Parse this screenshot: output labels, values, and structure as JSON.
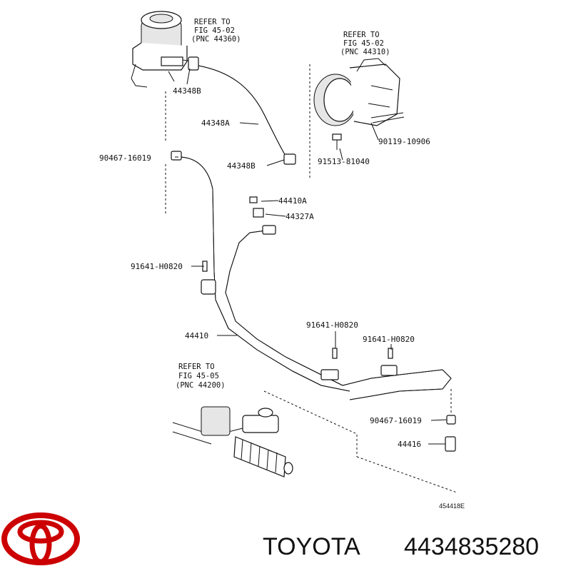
{
  "references": [
    {
      "line1": "REFER TO",
      "line2": "FIG 45-02",
      "line3": "(PNC 44360)"
    },
    {
      "line1": "REFER TO",
      "line2": "FIG 45-02",
      "line3": "(PNC 44310)"
    },
    {
      "line1": "REFER TO",
      "line2": "FIG 45-05",
      "line3": "(PNC 44200)"
    }
  ],
  "part_labels": [
    "44348B",
    "44348A",
    "90467-16019",
    "44348B",
    "90119-10906",
    "91513-81040",
    "44410A",
    "44327A",
    "91641-H0820",
    "44410",
    "91641-H0820",
    "91641-H0820",
    "90467-16019",
    "44416"
  ],
  "figure_id": "454418E",
  "brand": {
    "name": "TOYOTA",
    "part_number": "4434835280",
    "logo_color": "#cc0000"
  }
}
